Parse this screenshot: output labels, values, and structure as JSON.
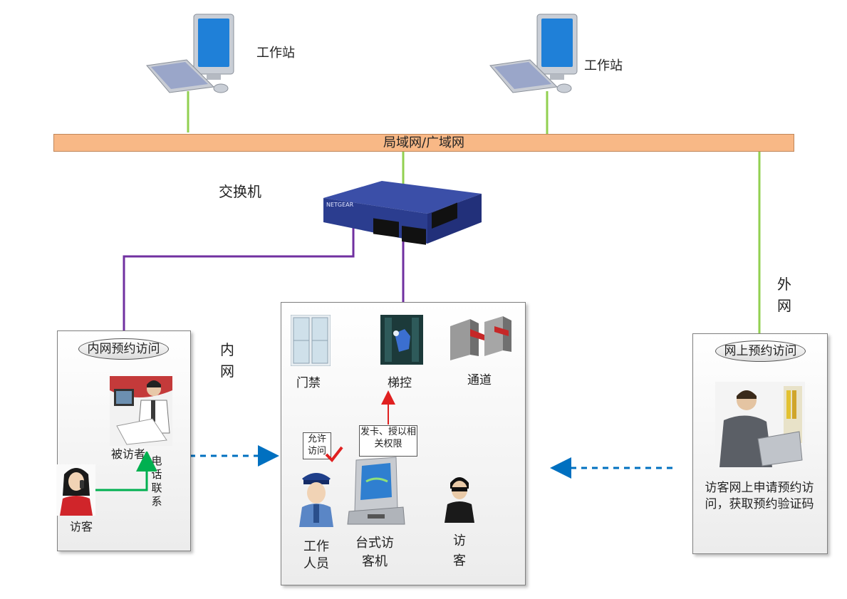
{
  "workstation_left": {
    "label": "工作站"
  },
  "workstation_right": {
    "label": "工作站"
  },
  "network_bus": {
    "label": "局域网/广域网"
  },
  "switch": {
    "label": "交换机"
  },
  "inner_network_label": "内网",
  "outer_network_label": "外网",
  "left_panel": {
    "title": "内网预约访问",
    "host_label": "被访者",
    "phone_label": "电话联系",
    "visitor_label": "访客"
  },
  "center_panel": {
    "door_label": "门禁",
    "elevator_label": "梯控",
    "gate_label": "通道",
    "allow_callout": "允许访问",
    "card_callout": "发卡、授以相关权限",
    "staff_label": "工作人员",
    "kiosk_label": "台式访客机",
    "visitor_label": "访客"
  },
  "right_panel": {
    "title": "网上预约访问",
    "description": "访客网上申请预约访问，获取预约验证码"
  },
  "colors": {
    "bus_fill": "#f8b886",
    "green_line": "#92d050",
    "purple_line": "#7030a0",
    "dashed_arrow": "#0070c0",
    "red_arrow": "#e02020",
    "phone_arrow": "#00b050"
  }
}
